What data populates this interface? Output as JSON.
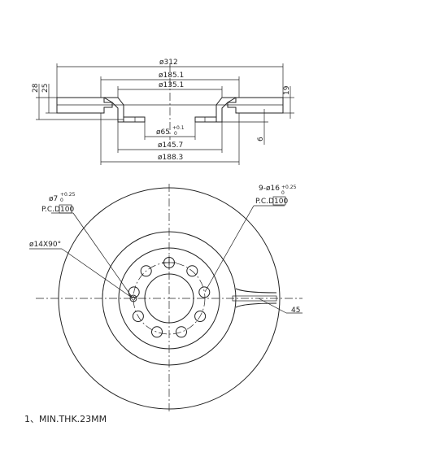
{
  "section_dims": {
    "d_outer": "ø312",
    "d_hat_top": "ø185.1",
    "d_hat_inner": "ø135.1",
    "d_center": "ø65",
    "d_center_tol_upper": "+0.1",
    "d_center_tol_lower": "0",
    "d_bolt_circle": "ø145.7",
    "d_hat_base": "ø188.3",
    "total_height": "28",
    "hat_height": "25",
    "disc_thickness": "19",
    "offset": "6"
  },
  "face_dims": {
    "small_hole": "ø7",
    "small_hole_tol_upper": "+0.25",
    "small_hole_tol_lower": "0",
    "small_hole_pcd_prefix": "P.C.D",
    "small_hole_pcd": "100",
    "bolt_holes": "9-ø16",
    "bolt_holes_tol_upper": "+0.25",
    "bolt_holes_tol_lower": "0",
    "bolt_pcd_prefix": "P.C.D",
    "bolt_pcd": "100",
    "chamfer": "ø14X90°",
    "slot_angle": "45"
  },
  "notes": {
    "min_thickness": "1、MIN.THK.23MM"
  }
}
